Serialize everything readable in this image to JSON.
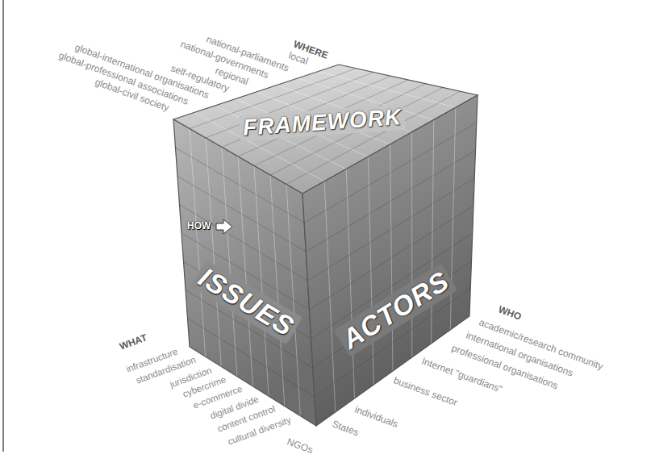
{
  "diagram": {
    "nodes": [
      {
        "text": [
          "FRAMEWORK"
        ]
      },
      {
        "text": [
          "ISSUES"
        ]
      },
      {
        "text": [
          "ACTORS"
        ]
      }
    ],
    "labels": [
      "WHERE",
      "local",
      "national-parliaments",
      "national-governments",
      "regional",
      "self-regulatory",
      "global-international organisations",
      "global-professional associations",
      "global-civil society",
      "HOW",
      "WHAT",
      "infrastructure",
      "standardisation",
      "jurisdiction",
      "cybercrime",
      "e-commerce",
      "digital divide",
      "content control",
      "cultural diversity",
      "WHO",
      "academic/research community",
      "international organisations",
      "professional organisations",
      "Internet \"guardians\"",
      "business sector",
      "individuals",
      "States",
      "NGOs"
    ]
  }
}
